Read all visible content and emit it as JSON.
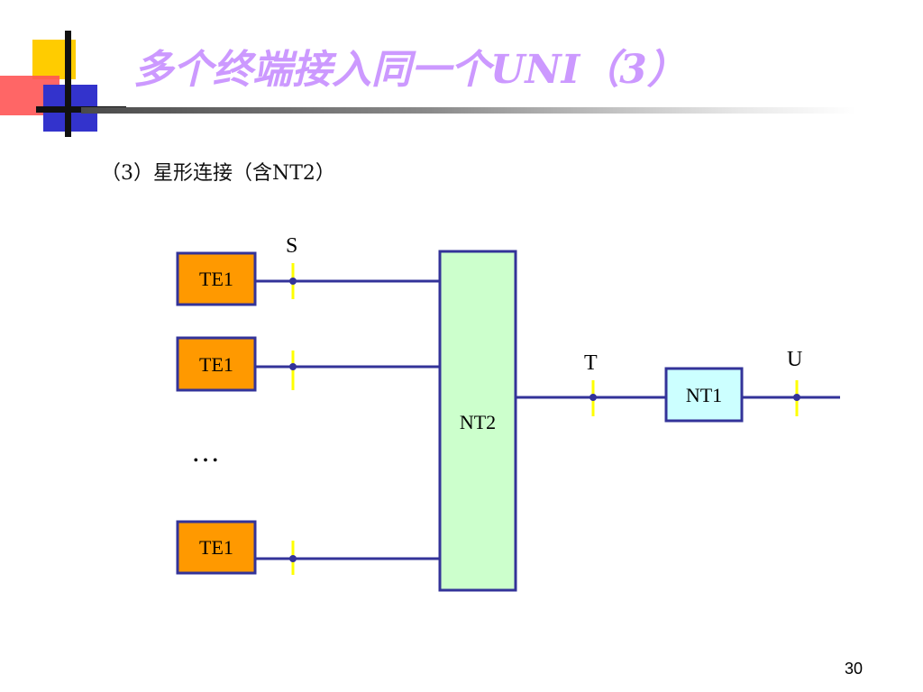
{
  "slide": {
    "title": "多个终端接入同一个UNI（3）",
    "subtitle": "（3）星形连接（含NT2）",
    "page_number": "30"
  },
  "diagram": {
    "terminals": [
      {
        "label": "TE1"
      },
      {
        "label": "TE1"
      },
      {
        "label": "TE1"
      }
    ],
    "ellipsis": "…",
    "nt2": {
      "label": "NT2"
    },
    "nt1": {
      "label": "NT1"
    },
    "reference_points": {
      "s": "S",
      "t": "T",
      "u": "U"
    }
  },
  "colors": {
    "te_fill": "#ff9900",
    "nt2_fill": "#ccffcc",
    "nt1_fill": "#ccffff",
    "line": "#333399",
    "ref_marker": "#ffff00",
    "title": "#cc99ff"
  }
}
